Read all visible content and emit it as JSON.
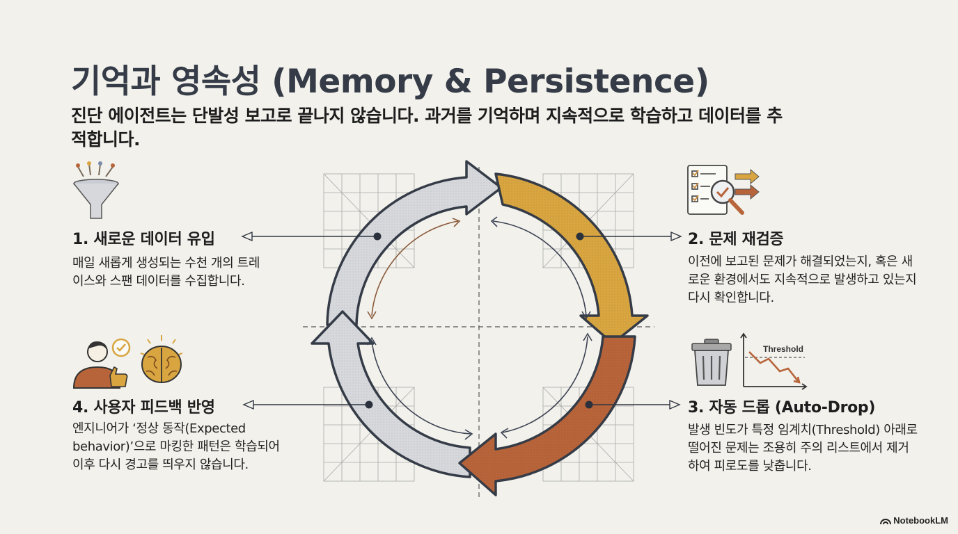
{
  "header": {
    "title": "기억과 영속성 (Memory & Persistence)",
    "subtitle": "진단 에이전트는 단발성 보고로 끝나지 않습니다. 과거를 기억하며 지속적으로 학습하고 데이터를 추적합니다."
  },
  "steps": [
    {
      "title": "1. 새로운 데이터 유입",
      "description": "매일 새롭게 생성되는 수천 개의 트레이스와 스팬 데이터를 수집합니다.",
      "icon": "funnel-icon"
    },
    {
      "title": "2. 문제 재검증",
      "description": "이전에 보고된 문제가 해결되었는지, 혹은 새로운 환경에서도 지속적으로 발생하고 있는지 다시 확인합니다.",
      "icon": "checklist-magnifier-icon"
    },
    {
      "title": "3. 자동 드롭 (Auto-Drop)",
      "description": "발생 빈도가 특정 임계치(Threshold) 아래로 떨어진 문제는 조용히 주의 리스트에서 제거하여 피로도를 낮춥니다.",
      "icon": "trash-can-icon",
      "chart_label": "Threshold"
    },
    {
      "title": "4. 사용자 피드백 반영",
      "description": "엔지니어가 ‘정상 동작(Expected behavior)’으로 마킹한 패턴은 학습되어 이후 다시 경고를 띄우지 않습니다.",
      "icon": "user-feedback-brain-icon"
    }
  ],
  "colors": {
    "arrow_gray": "#d6d8dc",
    "arrow_gold": "#d8a540",
    "arrow_rust": "#b8643a",
    "outline": "#353c47"
  },
  "brand": "NotebookLM"
}
